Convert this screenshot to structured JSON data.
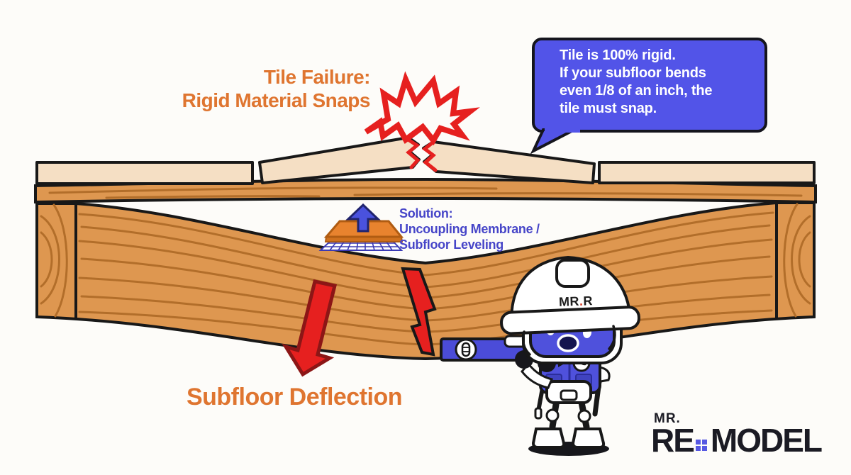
{
  "colors": {
    "background": "#fdfcf9",
    "outline": "#181818",
    "wood": "#de9750",
    "wood_grain": "#b26e2a",
    "tile": "#f5dfc4",
    "red": "#e6201f",
    "red_dark": "#8c1616",
    "purple": "#4f51dc",
    "level_purple": "#4b4cd8",
    "bubble_bg": "#5254e8",
    "orange_text": "#df7530",
    "blue_text": "#4645c8",
    "logo_color": "#1b1b24",
    "window_color": "#5658e2",
    "hat_dot": "#d6402a",
    "membrane_orange": "#e8832e",
    "membrane_edge": "#b05c12",
    "mesh_blue": "#3a3ab5",
    "arrow_blue": "#4a52de",
    "arrow_blue_dark": "#20246e"
  },
  "title": {
    "line1": "Tile Failure:",
    "line2": "Rigid Material Snaps"
  },
  "speech_bubble": {
    "line1": "Tile is 100% rigid.",
    "line2": "If your subfloor bends",
    "line3": "even 1/8 of an inch, the",
    "line4": "tile must snap."
  },
  "solution": {
    "line1": "Solution:",
    "line2": "Uncoupling Membrane /",
    "line3": "Subfloor Leveling"
  },
  "deflection_label": "Subfloor Deflection",
  "robot": {
    "hat_mr": "MR",
    "hat_dot": ".",
    "hat_r": "R"
  },
  "logo": {
    "top": "MR.",
    "name_left": "RE",
    "name_right": "MODEL"
  }
}
